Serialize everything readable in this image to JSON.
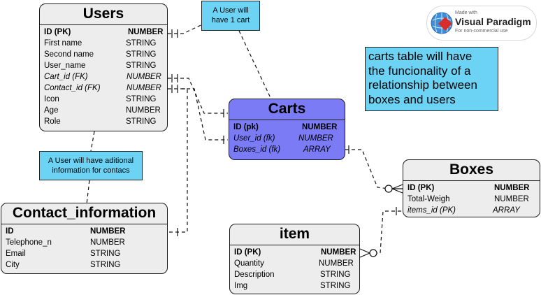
{
  "entities": {
    "users": {
      "title": "Users",
      "rows": [
        {
          "name": "ID (PK)",
          "type": "NUMBER"
        },
        {
          "name": "First name",
          "type": "STRING"
        },
        {
          "name": "Second name",
          "type": "STRING"
        },
        {
          "name": "User_name",
          "type": "STRING"
        },
        {
          "name": "Cart_id (FK)",
          "type": "NUMBER"
        },
        {
          "name": "Contact_id (FK)",
          "type": "NUMBER"
        },
        {
          "name": "Icon",
          "type": "STRING"
        },
        {
          "name": "Age",
          "type": "NUMBER"
        },
        {
          "name": "Role",
          "type": "STRING"
        }
      ]
    },
    "contact_information": {
      "title": "Contact_information",
      "rows": [
        {
          "name": "ID",
          "type": "NUMBER"
        },
        {
          "name": "Telephone_n",
          "type": "NUMBER"
        },
        {
          "name": "Email",
          "type": "STRING"
        },
        {
          "name": "City",
          "type": "STRING"
        }
      ]
    },
    "carts": {
      "title": "Carts",
      "color": "#7b7bf5",
      "rows": [
        {
          "name": "ID (pk)",
          "type": "NUMBER"
        },
        {
          "name": "User_id (fk)",
          "type": "NUMBER"
        },
        {
          "name": "Boxes_id (fk)",
          "type": "ARRAY"
        }
      ]
    },
    "boxes": {
      "title": "Boxes",
      "rows": [
        {
          "name": "ID (PK)",
          "type": "NUMBER"
        },
        {
          "name": "Total-Weigh",
          "type": "NUMBER"
        },
        {
          "name": "items_id (PK)",
          "type": "ARRAY"
        }
      ]
    },
    "item": {
      "title": "item",
      "rows": [
        {
          "name": "ID (PK)",
          "type": "NUMBER"
        },
        {
          "name": "Quantity",
          "type": "NUMBER"
        },
        {
          "name": "Description",
          "type": "STRING"
        },
        {
          "name": "Img",
          "type": "STRING"
        }
      ]
    }
  },
  "notes": {
    "user_cart": [
      "A User will",
      "have 1 cart"
    ],
    "user_contact": [
      "A User will have aditional",
      "information for contacs"
    ],
    "carts_note": [
      "carts table will have",
      "the funcionality of a",
      "relationship between",
      "boxes and users"
    ]
  },
  "note_color": "#6dd3f5",
  "logo": {
    "line1": "Made with",
    "line2": "Visual Paradigm",
    "line3": "For non-commercial use"
  }
}
